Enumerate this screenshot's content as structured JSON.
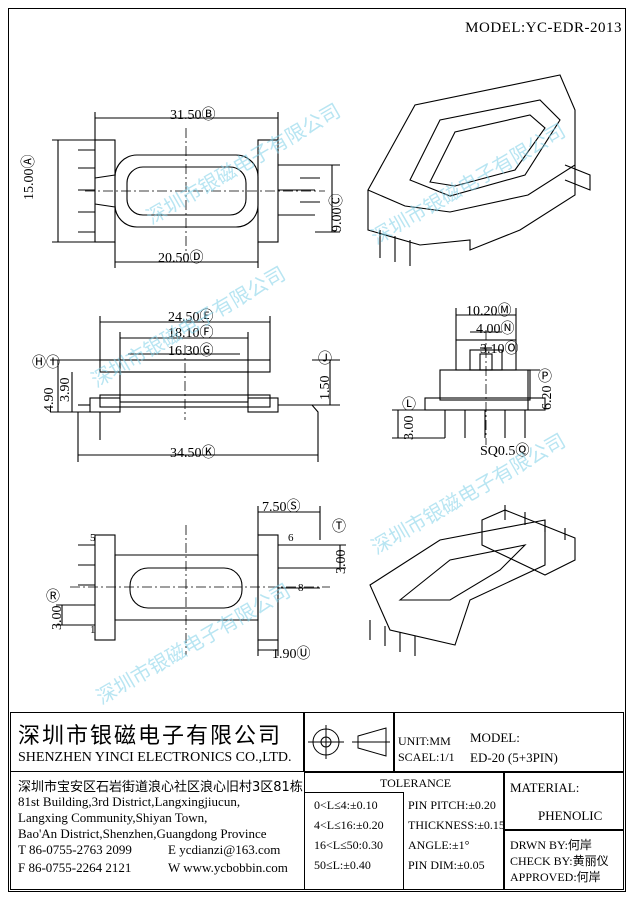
{
  "model": "MODEL:YC-EDR-2013",
  "watermark": "深圳市银磁电子有限公司",
  "dims": {
    "top_width": "31.50",
    "top_width_tag": "B",
    "top_height": "15.00",
    "top_height_tag": "A",
    "top_side": "9.00",
    "top_side_tag": "C",
    "top_inner": "20.50",
    "top_inner_tag": "D",
    "front_e": "24.50",
    "front_e_tag": "E",
    "front_f": "18.10",
    "front_f_tag": "F",
    "front_g": "16.30",
    "front_g_tag": "G",
    "front_h": "4.90",
    "front_h_tag": "H",
    "front_i": "3.90",
    "front_i_tag": "I",
    "front_j": "1.50",
    "front_j_tag": "J",
    "front_k": "34.50",
    "front_k_tag": "K",
    "side_m": "10.20",
    "side_m_tag": "M",
    "side_n": "4.00",
    "side_n_tag": "N",
    "side_o": "3.10",
    "side_o_tag": "O",
    "side_p": "6.20",
    "side_p_tag": "P",
    "side_l": "3.00",
    "side_l_tag": "L",
    "side_q": "SQ0.5",
    "side_q_tag": "Q",
    "bot_s": "7.50",
    "bot_s_tag": "S",
    "bot_t": "3.00",
    "bot_t_tag": "T",
    "bot_r": "3.00",
    "bot_r_tag": "R",
    "bot_u": "1.90",
    "bot_u_tag": "U",
    "pin5": "5",
    "pin6": "6",
    "pin8": "8",
    "pin1": "1"
  },
  "company": {
    "name_cn": "深圳市银磁电子有限公司",
    "name_en": "SHENZHEN YINCI ELECTRONICS CO.,LTD.",
    "addr_cn": "深圳市宝安区石岩街道浪心社区浪心旧村3区81栋",
    "addr_en1": "81st Building,3rd District,Langxingjiucun,",
    "addr_en2": "Langxing Community,Shiyan Town,",
    "addr_en3": "Bao'An District,Shenzhen,Guangdong Province",
    "tel": "T  86-0755-2763 2099",
    "email": "E  ycdianzi@163.com",
    "fax": "F  86-0755-2264 2121",
    "web": "W  www.ycbobbin.com"
  },
  "unit": "UNIT:MM",
  "scale": "SCAEL:1/1",
  "model_label": "MODEL:",
  "model_value": "ED-20 (5+3PIN)",
  "tolerance_label": "TOLERANCE",
  "tolerances": {
    "t1": "0<L≤4:±0.10",
    "t2": "4<L≤16:±0.20",
    "t3": "16<L≤50:0.30",
    "t4": "50≤L:±0.40",
    "p1": "PIN PITCH:±0.20",
    "p2": "THICKNESS:±0.15",
    "p3": "ANGLE:±1°",
    "p4": "PIN DIM:±0.05"
  },
  "material_label": "MATERIAL:",
  "material_value": "PHENOLIC",
  "drawn_by": "DRWN BY:何岸",
  "check_by": "CHECK BY:黄丽仪",
  "approved": "APPROVED:何岸"
}
